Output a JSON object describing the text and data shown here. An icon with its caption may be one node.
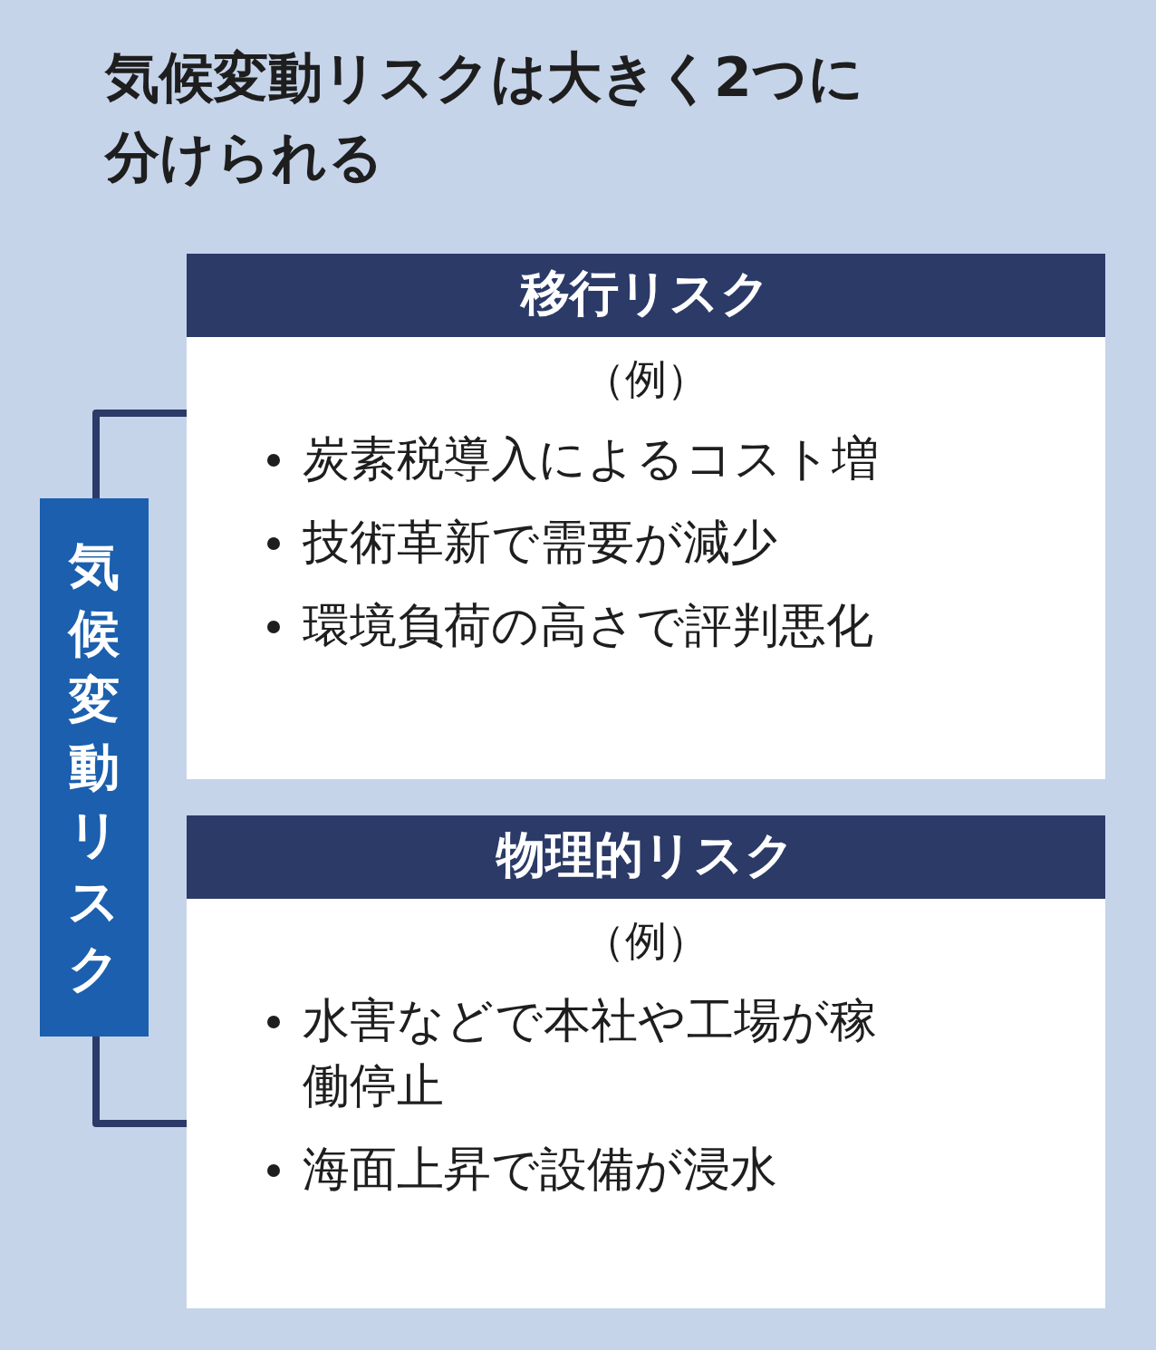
{
  "diagram": {
    "title": "気候変動リスクは大きく2つに分けられる",
    "nodes": [
      {
        "text": [
          "気候変動リスク"
        ]
      },
      {
        "text": [
          "移行リスク",
          "（例）",
          "炭素税導入によるコスト増",
          "技術革新で需要が減少",
          "環境負荷の高さで評判悪化"
        ]
      },
      {
        "text": [
          "物理的リスク",
          "（例）",
          "水害などで本社や工場が稼働停止",
          "海面上昇で設備が浸水"
        ]
      }
    ],
    "edges": [
      {
        "from": 0,
        "to": 1,
        "arrow": "none"
      },
      {
        "from": 0,
        "to": 2,
        "arrow": "none"
      }
    ]
  }
}
